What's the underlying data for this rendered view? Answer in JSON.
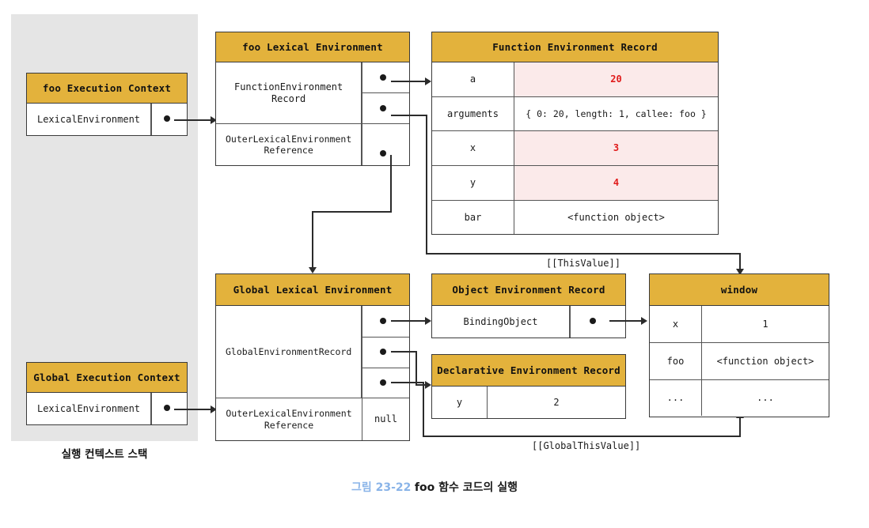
{
  "figure": {
    "caption_number": "그림 23-22",
    "caption_text": "foo 함수 코드의 실행",
    "stack_caption": "실행 컨텍스트 스택"
  },
  "colors": {
    "header_yellow": "#e3b23c",
    "panel_gray": "#e5e5e5",
    "highlight_pink": "#fbeaea",
    "value_red": "#e01b1b",
    "caption_blue": "#8ab4e8",
    "line": "#2b2b2b"
  },
  "boxes": {
    "foo_execution_context": {
      "title": "foo Execution Context",
      "rows": [
        {
          "label": "LexicalEnvironment",
          "pointer": true
        }
      ]
    },
    "global_execution_context": {
      "title": "Global Execution Context",
      "rows": [
        {
          "label": "LexicalEnvironment",
          "pointer": true
        }
      ]
    },
    "foo_lexical_environment": {
      "title": "foo Lexical Environment",
      "rows": [
        {
          "label": "FunctionEnvironment\nRecord",
          "slots": 2
        },
        {
          "label": "OuterLexicalEnvironment\nReference",
          "slots": 1
        }
      ]
    },
    "function_environment_record": {
      "title": "Function Environment Record",
      "rows": [
        {
          "name": "a",
          "value": "20",
          "highlight": true
        },
        {
          "name": "arguments",
          "value": "{ 0: 20, length: 1, callee: foo }",
          "highlight": false
        },
        {
          "name": "x",
          "value": "3",
          "highlight": true
        },
        {
          "name": "y",
          "value": "4",
          "highlight": true
        },
        {
          "name": "bar",
          "value": "<function object>",
          "highlight": false
        }
      ]
    },
    "global_lexical_environment": {
      "title": "Global Lexical Environment",
      "rows": [
        {
          "label": "GlobalEnvironmentRecord",
          "slots": 3
        },
        {
          "label": "OuterLexicalEnvironment\nReference",
          "value": "null"
        }
      ]
    },
    "object_environment_record": {
      "title": "Object Environment Record",
      "rows": [
        {
          "label": "BindingObject",
          "pointer": true
        }
      ]
    },
    "declarative_environment_record": {
      "title": "Declarative Environment Record",
      "rows": [
        {
          "name": "y",
          "value": "2"
        }
      ]
    },
    "window": {
      "title": "window",
      "rows": [
        {
          "name": "x",
          "value": "1"
        },
        {
          "name": "foo",
          "value": "<function object>"
        },
        {
          "name": "...",
          "value": "..."
        }
      ]
    }
  },
  "edge_labels": {
    "this_value": "[[ThisValue]]",
    "global_this_value": "[[GlobalThisValue]]"
  }
}
